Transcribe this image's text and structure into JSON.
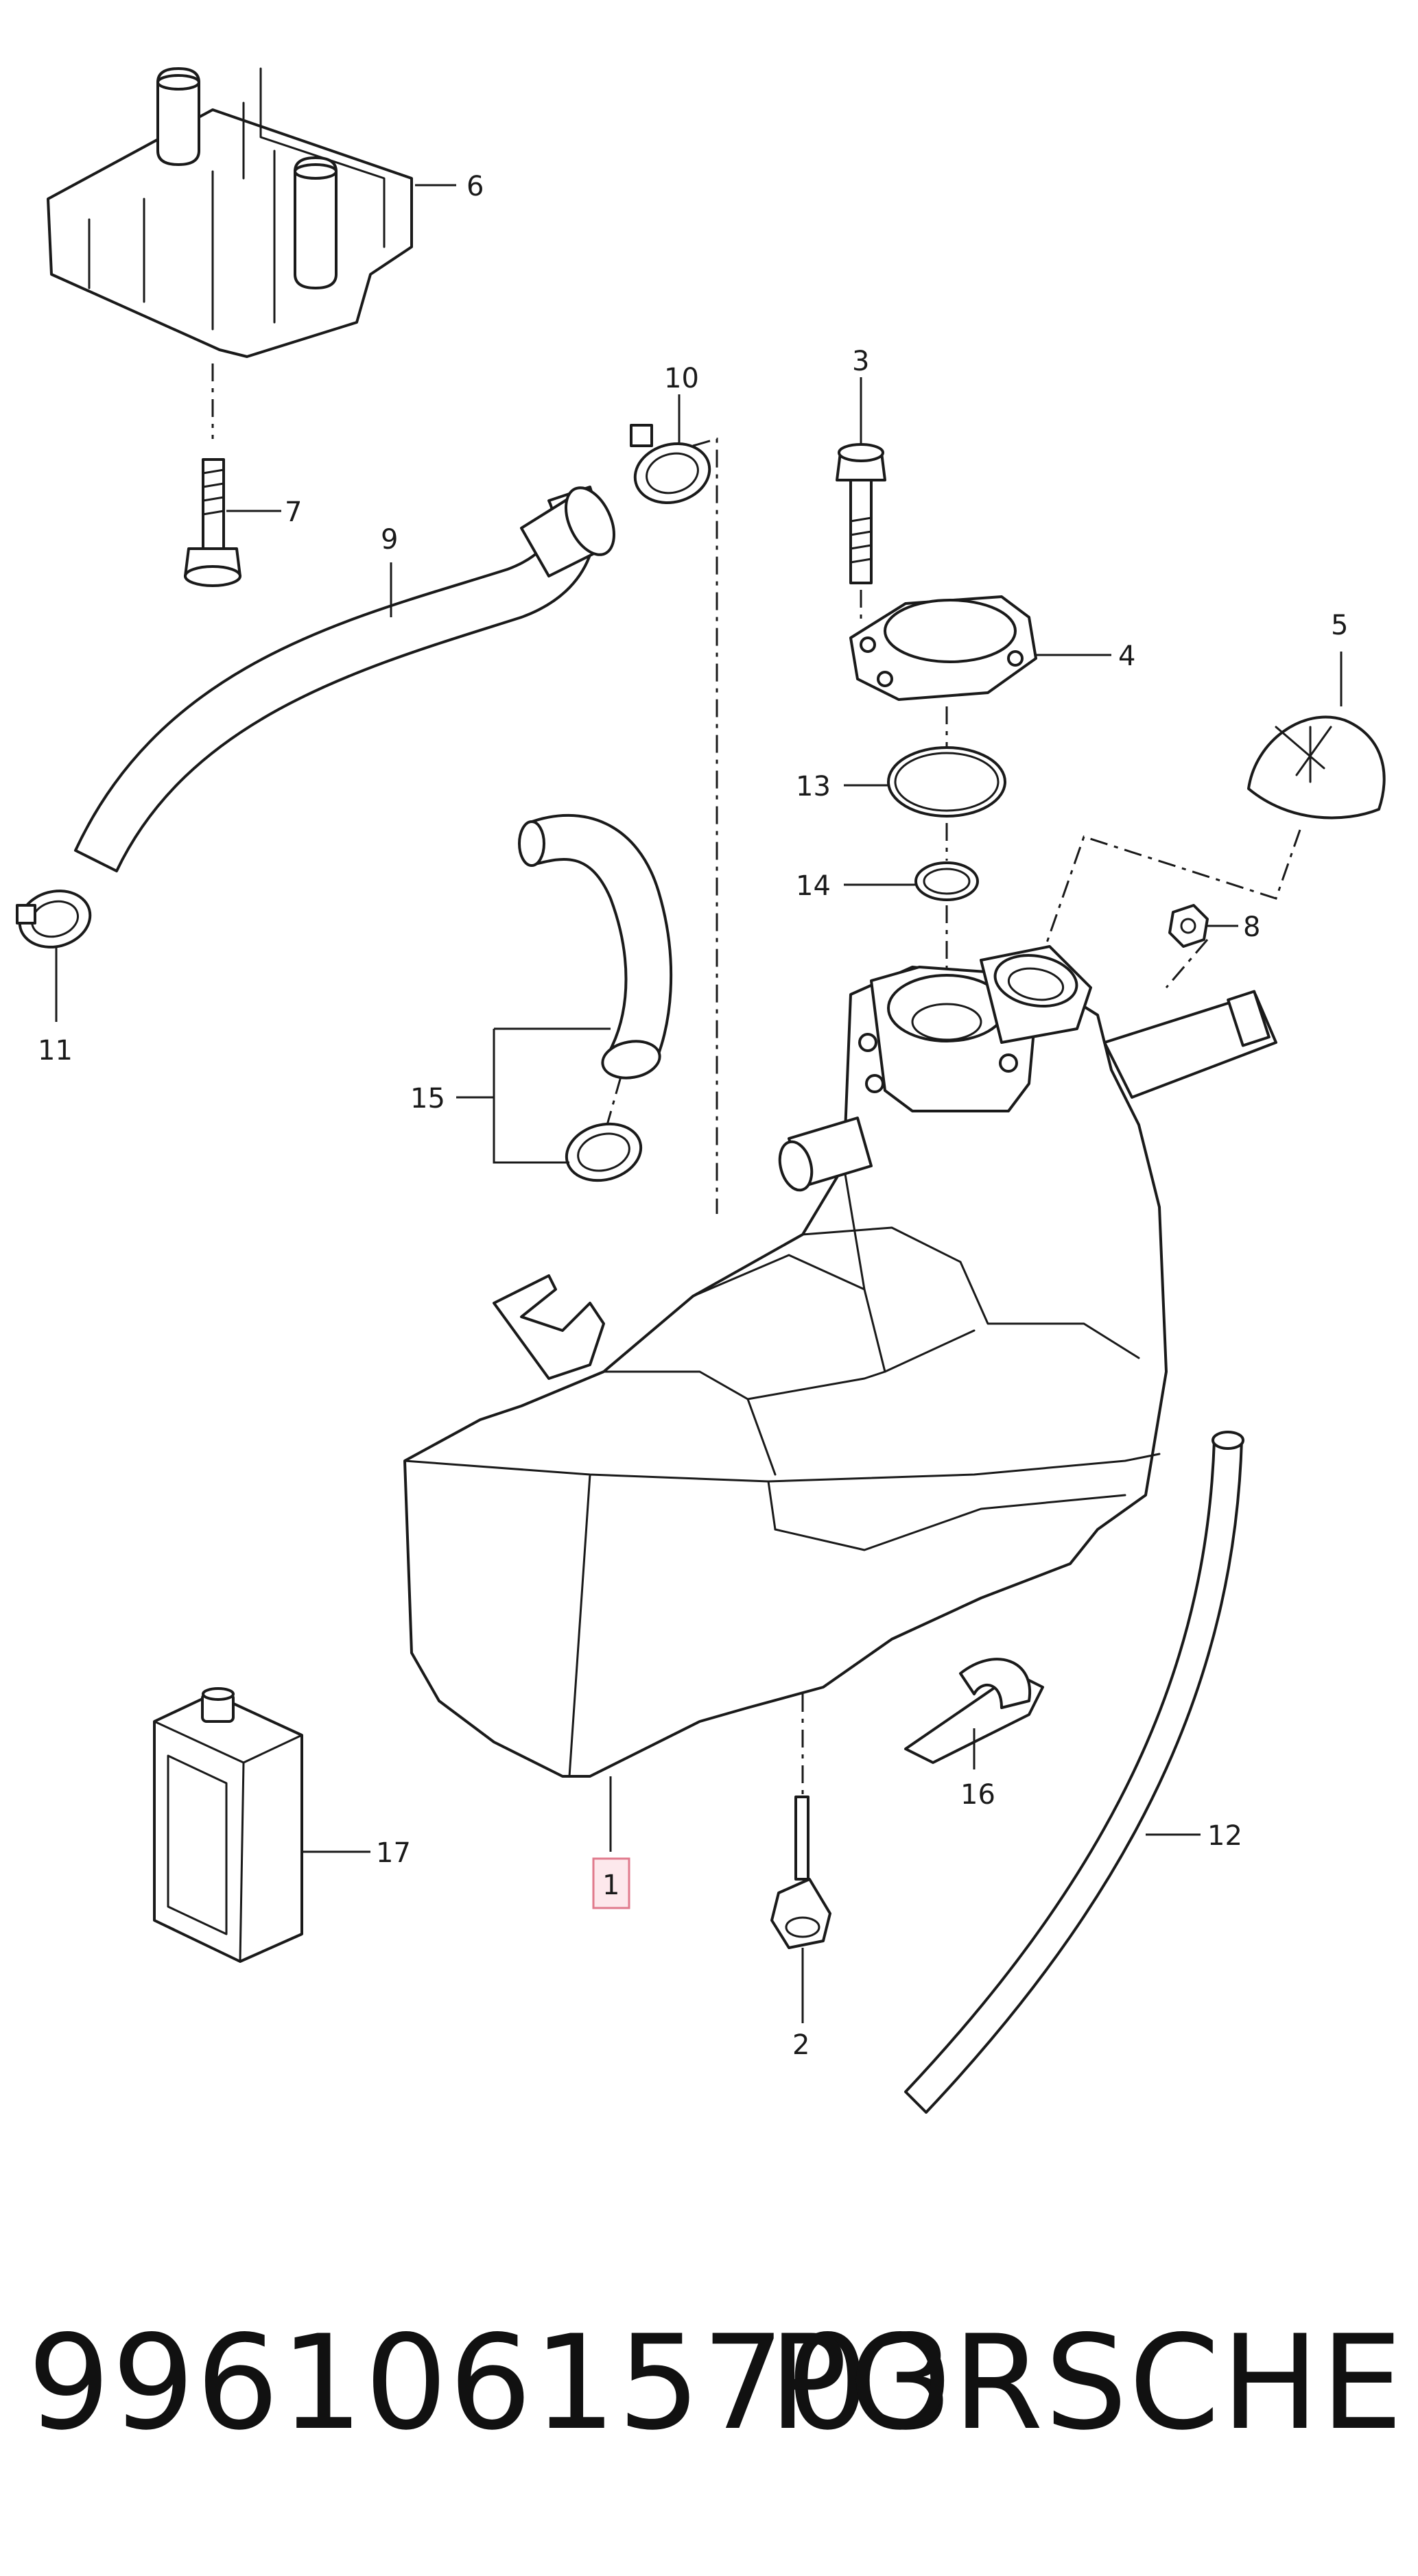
{
  "diagram": {
    "callouts": {
      "c1": "1",
      "c2": "2",
      "c3": "3",
      "c4": "4",
      "c5": "5",
      "c6": "6",
      "c7": "7",
      "c8": "8",
      "c9": "9",
      "c10": "10",
      "c11": "11",
      "c12": "12",
      "c13": "13",
      "c14": "14",
      "c15": "15",
      "c16": "16",
      "c17": "17"
    },
    "highlighted_callout": "1",
    "colors": {
      "line": "#1a1a1a",
      "highlight_fill": "#fde8ec",
      "highlight_stroke": "#e07a8c"
    }
  },
  "footer": {
    "part_number": "99610615703",
    "brand": "PORSCHE"
  }
}
